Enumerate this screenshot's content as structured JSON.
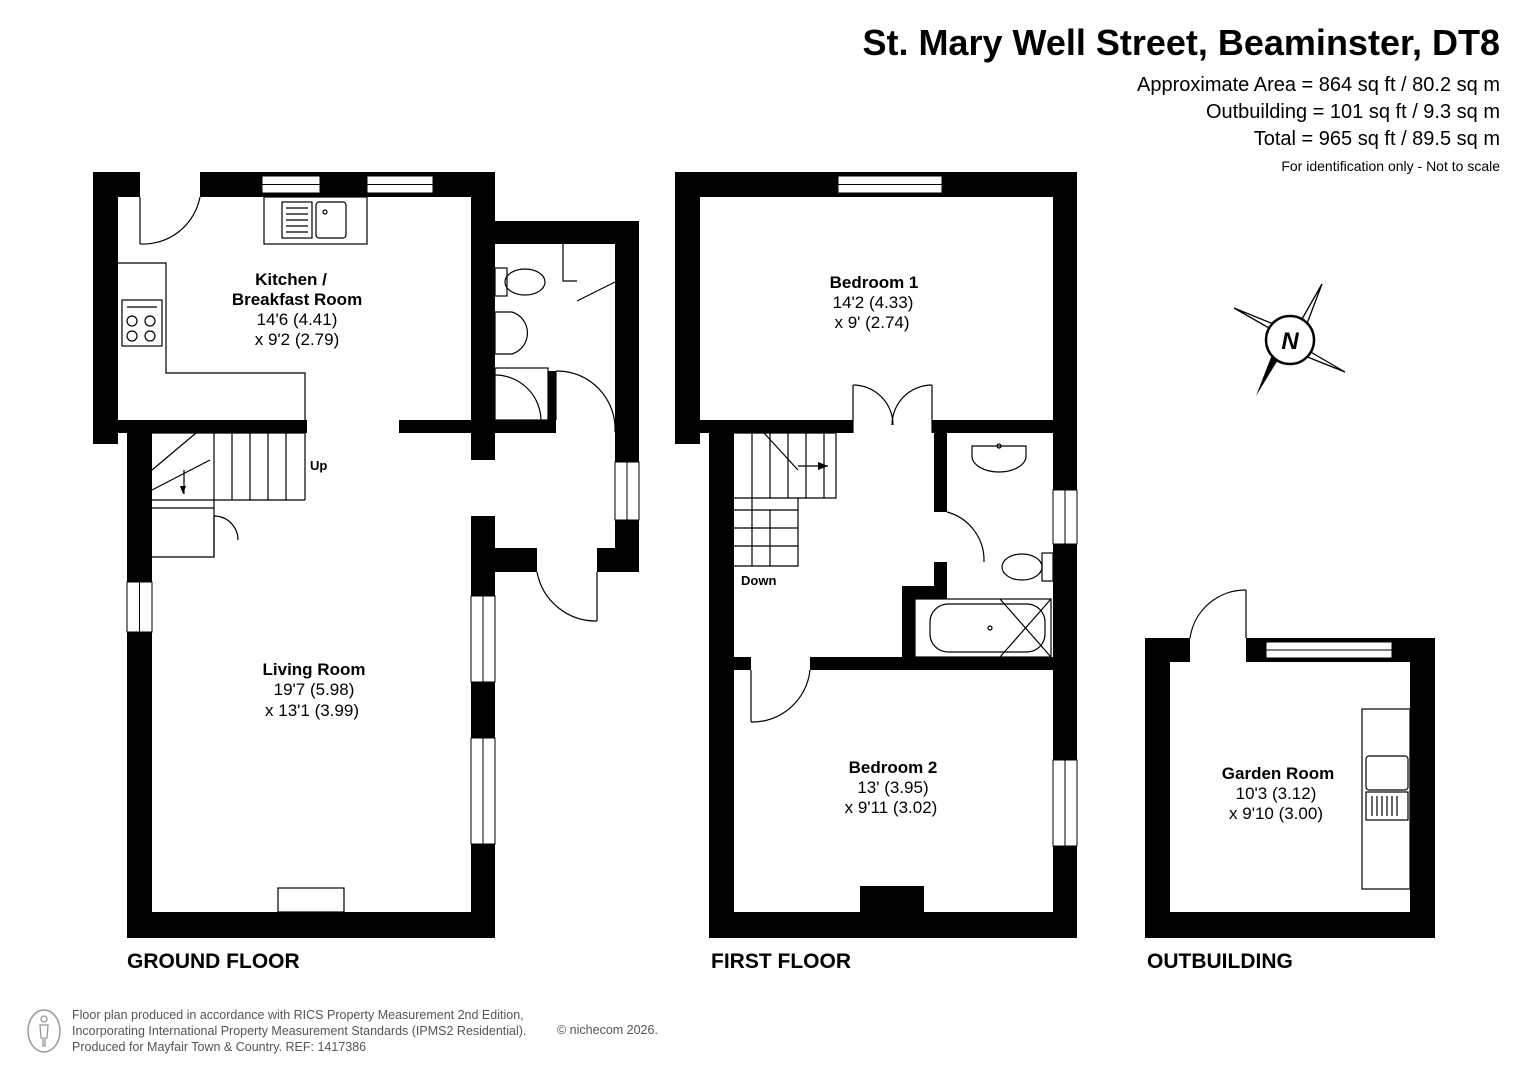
{
  "header": {
    "title": "St. Mary Well Street, Beaminster, DT8",
    "approx_area": "Approximate Area = 864 sq ft / 80.2 sq m",
    "outbuilding_area": "Outbuilding = 101 sq ft / 9.3 sq m",
    "total_area": "Total = 965 sq ft / 89.5 sq m",
    "note": "For identification only - Not to scale"
  },
  "rooms": {
    "kitchen": {
      "name_line1": "Kitchen /",
      "name_line2": "Breakfast Room",
      "dim1": "14'6 (4.41)",
      "dim2": "x 9'2 (2.79)"
    },
    "living": {
      "name": "Living Room",
      "dim1": "19'7 (5.98)",
      "dim2": "x 13'1 (3.99)"
    },
    "bedroom1": {
      "name": "Bedroom 1",
      "dim1": "14'2 (4.33)",
      "dim2": "x 9' (2.74)"
    },
    "bedroom2": {
      "name": "Bedroom 2",
      "dim1": "13' (3.95)",
      "dim2": "x 9'11 (3.02)"
    },
    "garden": {
      "name": "Garden Room",
      "dim1": "10'3 (3.12)",
      "dim2": "x 9'10 (3.00)"
    }
  },
  "stairs": {
    "up": "Up",
    "down": "Down"
  },
  "floors": {
    "ground": "GROUND FLOOR",
    "first": "FIRST FLOOR",
    "outbuilding": "OUTBUILDING"
  },
  "compass": {
    "letter": "N"
  },
  "footer": {
    "line1": "Floor plan produced in accordance with RICS Property Measurement 2nd Edition,",
    "line2": "Incorporating International Property Measurement Standards (IPMS2 Residential).",
    "line3": "Produced for Mayfair Town & Country.   REF:  1417386",
    "copyright": "© nichecom 2026."
  }
}
